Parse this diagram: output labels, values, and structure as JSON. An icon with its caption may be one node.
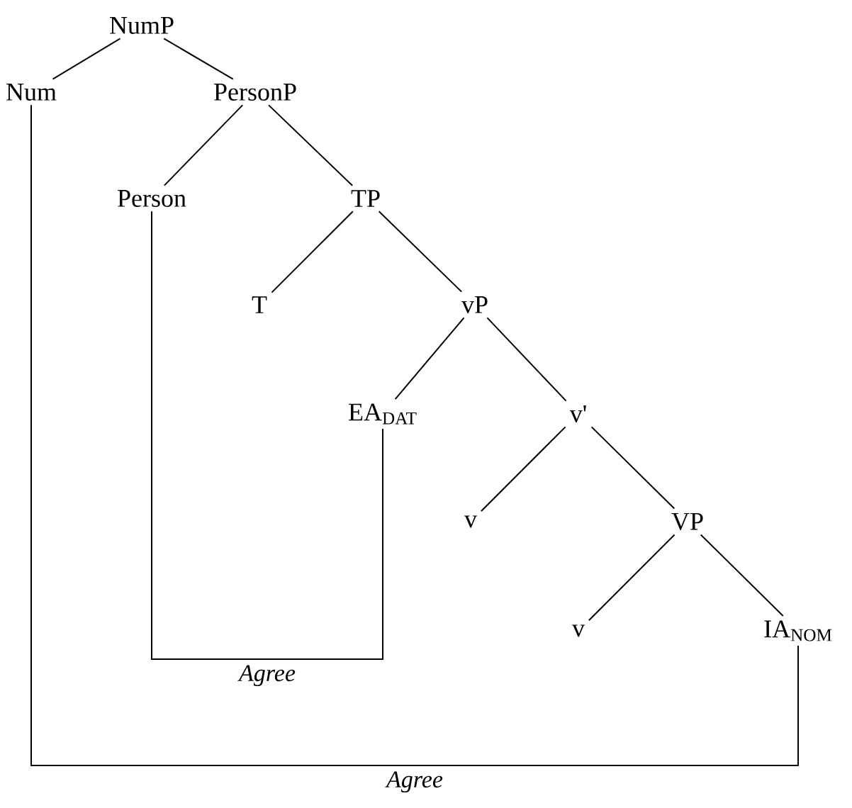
{
  "diagram": {
    "nodes": [
      {
        "text": [
          "NumP"
        ]
      },
      {
        "text": [
          "Num"
        ]
      },
      {
        "text": [
          "PersonP"
        ]
      },
      {
        "text": [
          "Person"
        ]
      },
      {
        "text": [
          "TP"
        ]
      },
      {
        "text": [
          "T"
        ]
      },
      {
        "text": [
          "vP"
        ]
      },
      {
        "text": [
          "EA$_{DAT}$"
        ]
      },
      {
        "text": [
          "v'"
        ]
      },
      {
        "text": [
          "v"
        ]
      },
      {
        "text": [
          "VP"
        ]
      },
      {
        "text": [
          "v"
        ]
      },
      {
        "text": [
          "IA$_{NOM}$"
        ]
      }
    ],
    "edges": [
      {
        "from": 0,
        "to": 1,
        "arrow": "none"
      },
      {
        "from": 0,
        "to": 2,
        "arrow": "none"
      },
      {
        "from": 2,
        "to": 3,
        "arrow": "none"
      },
      {
        "from": 2,
        "to": 4,
        "arrow": "none"
      },
      {
        "from": 4,
        "to": 5,
        "arrow": "none"
      },
      {
        "from": 4,
        "to": 6,
        "arrow": "none"
      },
      {
        "from": 6,
        "to": 7,
        "arrow": "none"
      },
      {
        "from": 6,
        "to": 8,
        "arrow": "none"
      },
      {
        "from": 8,
        "to": 9,
        "arrow": "none"
      },
      {
        "from": 8,
        "to": 10,
        "arrow": "none"
      },
      {
        "from": 10,
        "to": 11,
        "arrow": "none"
      },
      {
        "from": 10,
        "to": 12,
        "arrow": "none"
      },
      {
        "from": 3,
        "to": 7,
        "arrow": "none",
        "label": "Agree"
      },
      {
        "from": 1,
        "to": 12,
        "arrow": "none",
        "label": "Agree"
      }
    ]
  }
}
